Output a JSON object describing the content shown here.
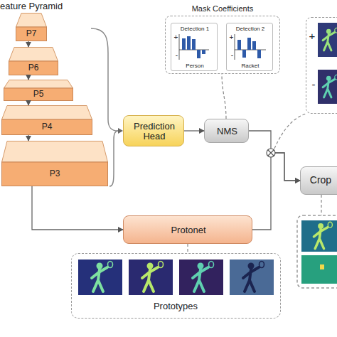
{
  "diagram": {
    "nodes": [
      {
        "text": [
          "P7"
        ]
      },
      {
        "text": [
          "P6"
        ]
      },
      {
        "text": [
          "P5"
        ]
      },
      {
        "text": [
          "P4"
        ]
      },
      {
        "text": [
          "P3"
        ]
      },
      {
        "text": [
          "Mask Coefficients"
        ]
      },
      {
        "text": [
          "Detection 1",
          "+",
          "-",
          "Person"
        ],
        "in": 5
      },
      {
        "text": [
          "Detection 2",
          "+",
          "-",
          "Racket"
        ],
        "in": 5
      },
      {
        "text": [
          "+",
          "-"
        ]
      },
      {
        "text": [
          "Prediction Head"
        ]
      },
      {
        "text": [
          "NMS"
        ]
      },
      {
        "text": [
          "Crop"
        ]
      },
      {
        "text": [
          "Protonet"
        ]
      },
      {
        "text": [
          "Prototypes"
        ]
      }
    ],
    "edges": [
      {
        "from": 0,
        "to": 1,
        "arrow": "to"
      },
      {
        "from": 1,
        "to": 2,
        "arrow": "to"
      },
      {
        "from": 2,
        "to": 3,
        "arrow": "to"
      },
      {
        "from": 3,
        "to": 4,
        "arrow": "to"
      },
      {
        "from": 9,
        "to": 10,
        "arrow": "to"
      },
      {
        "from": 10,
        "to": 11,
        "arrow": "to"
      },
      {
        "from": 4,
        "to": 12,
        "arrow": "to"
      },
      {
        "from": 12,
        "to": 11,
        "arrow": "to"
      }
    ],
    "labels": [
      "eature Pyramid"
    ]
  }
}
